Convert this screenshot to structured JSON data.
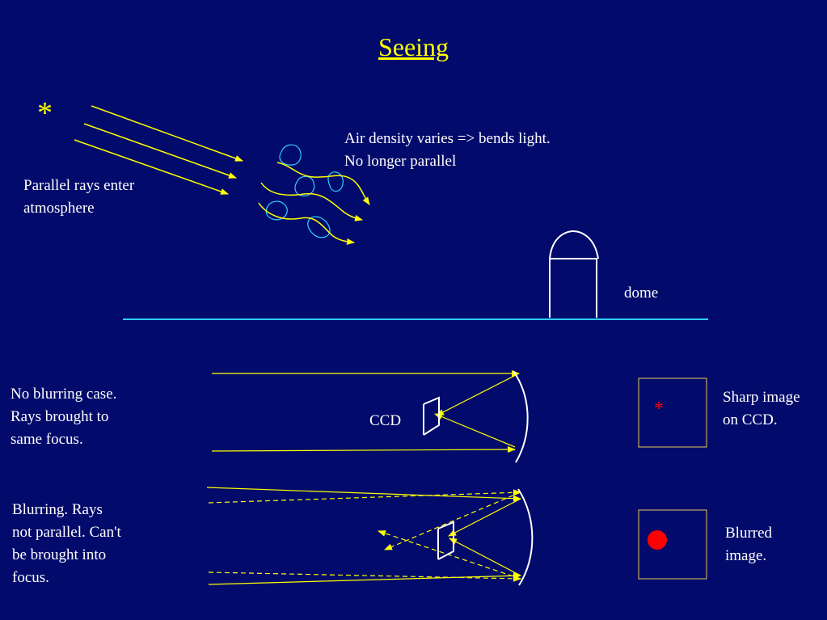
{
  "title": "Seeing",
  "star_glyph": "*",
  "labels": {
    "parallel_rays": "Parallel rays enter\natmosphere",
    "air_density": "Air density varies => bends light.\nNo longer parallel",
    "dome": "dome",
    "no_blur_case": "No blurring case.\nRays brought to\nsame focus.",
    "ccd": "CCD",
    "sharp_image": "Sharp image\non CCD.",
    "blur_case": "Blurring.  Rays\nnot parallel.  Can't\nbe brought into\nfocus.",
    "blurred_image": "Blurred\nimage."
  },
  "colors": {
    "background": "#020B6B",
    "ray": "#FFFF00",
    "cloud": "#33CCFF",
    "ground": "#33CCFF",
    "outline": "#FFFFFF",
    "image_box": "#E6C85A",
    "image_star": "#FF0000"
  }
}
